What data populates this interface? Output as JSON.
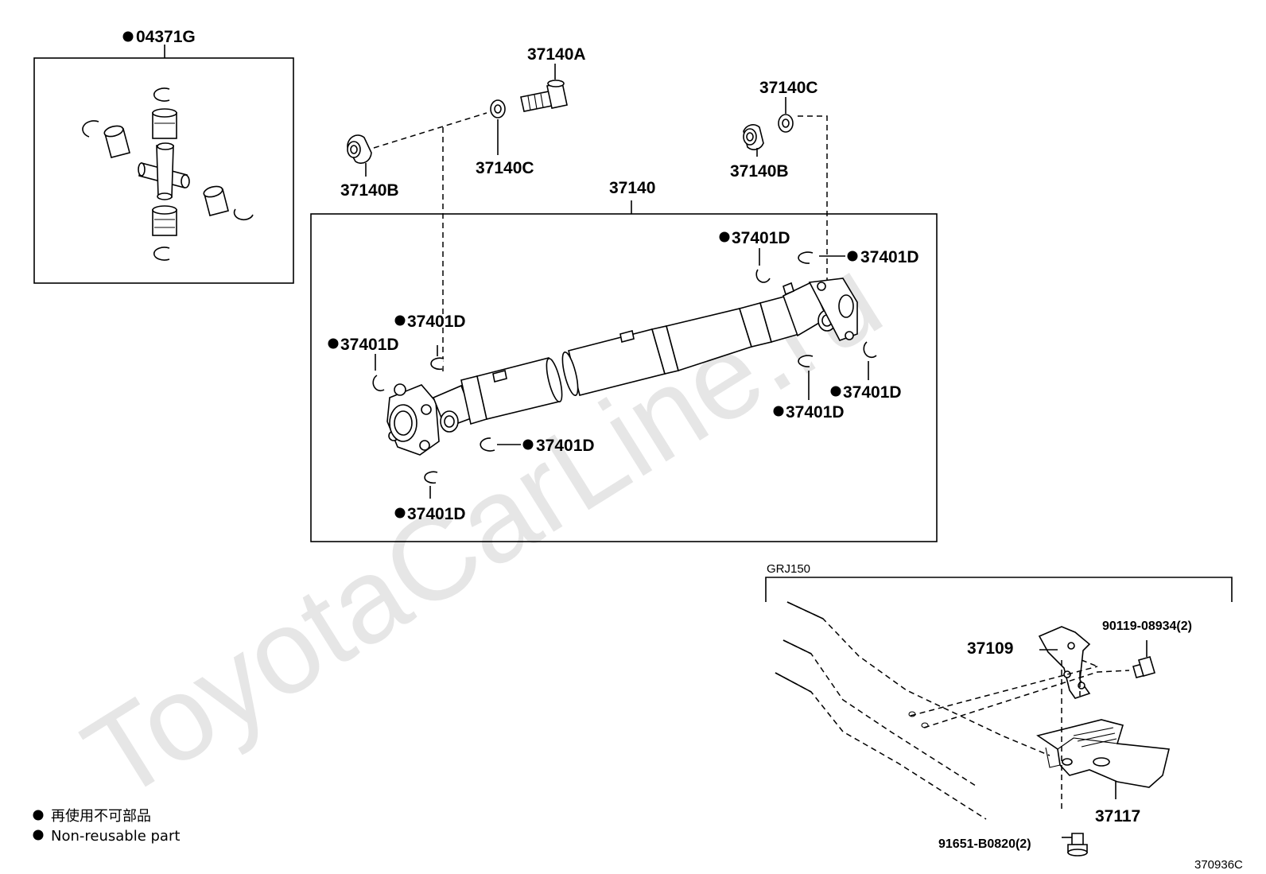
{
  "watermark": "ToyotaCarLine.ru",
  "labels": {
    "kit": "04371G",
    "bolt": "37140A",
    "washer_right_top": "37140C",
    "washer_left": "37140C",
    "bushing_left": "37140B",
    "bushing_right": "37140B",
    "shaft_assembly": "37140",
    "clip_1": "37401D",
    "clip_2": "37401D",
    "clip_3": "37401D",
    "clip_4": "37401D",
    "clip_5": "37401D",
    "clip_6": "37401D",
    "clip_7": "37401D",
    "clip_8": "37401D",
    "model": "GRJ150",
    "bracket": "37109",
    "bolt_upper": "90119-08934(2)",
    "guard": "37117",
    "bolt_lower": "91651-B0820(2)"
  },
  "legend": {
    "jp": "再使用不可部品",
    "en": "Non-reusable part"
  },
  "diagram_code": "370936C"
}
